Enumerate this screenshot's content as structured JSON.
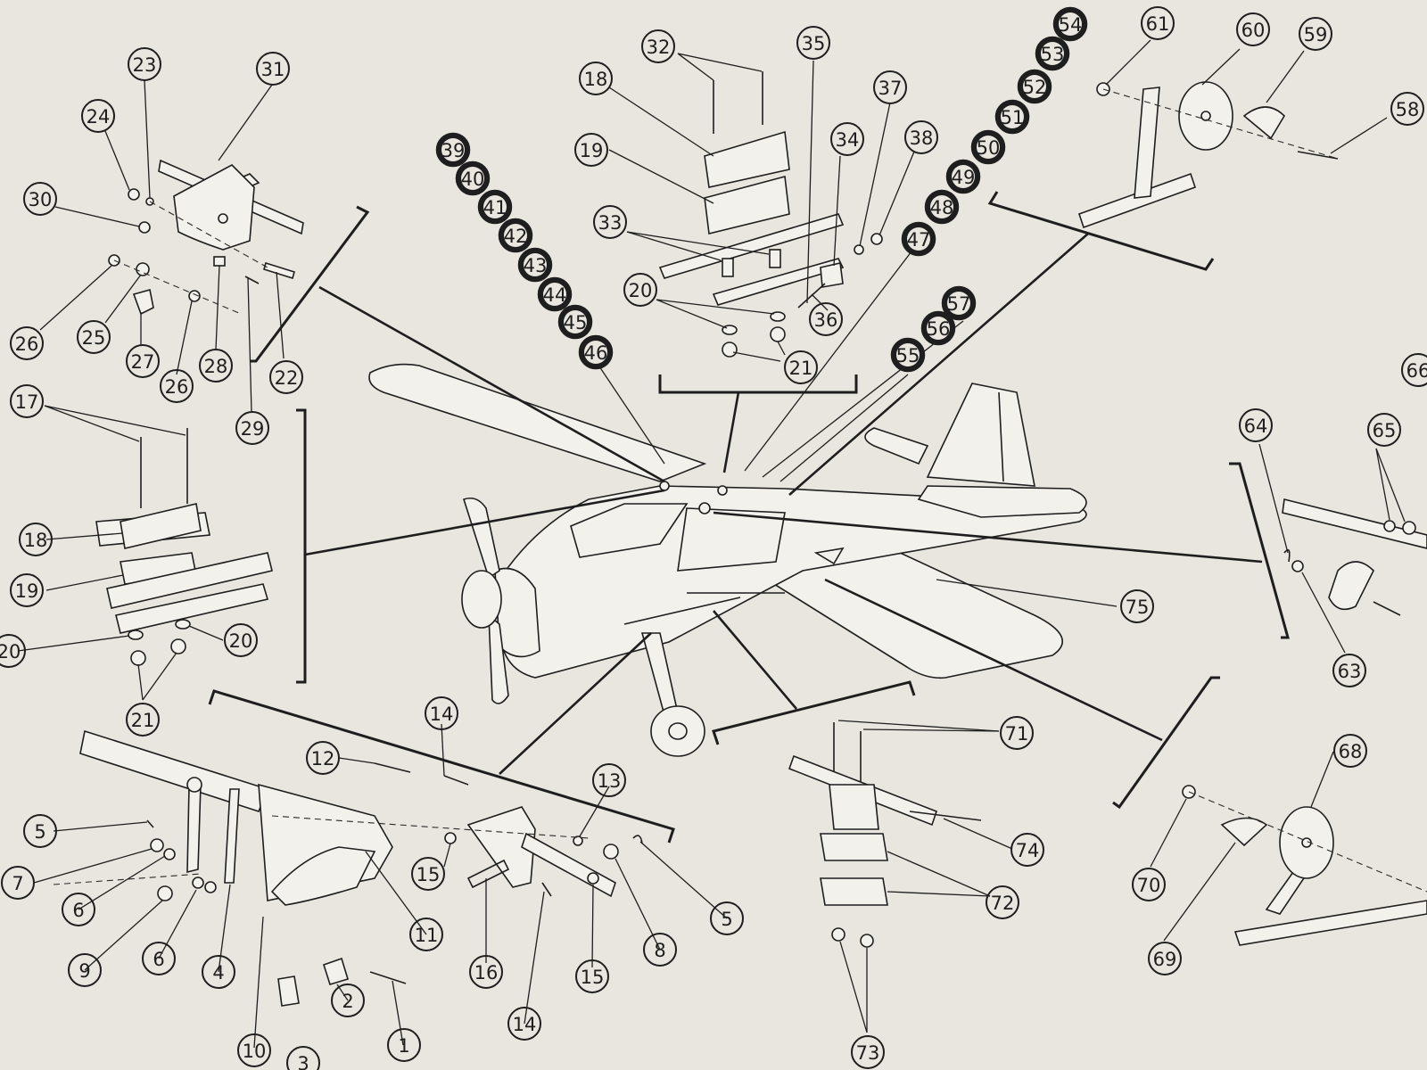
{
  "diagram": {
    "background": "#e9e6df",
    "ink": "#1e1e1e",
    "callouts": [
      {
        "n": "1"
      },
      {
        "n": "2"
      },
      {
        "n": "3"
      },
      {
        "n": "4"
      },
      {
        "n": "5"
      },
      {
        "n": "5"
      },
      {
        "n": "6"
      },
      {
        "n": "6"
      },
      {
        "n": "7"
      },
      {
        "n": "8"
      },
      {
        "n": "9"
      },
      {
        "n": "10"
      },
      {
        "n": "11"
      },
      {
        "n": "12"
      },
      {
        "n": "13"
      },
      {
        "n": "14"
      },
      {
        "n": "14"
      },
      {
        "n": "15"
      },
      {
        "n": "15"
      },
      {
        "n": "16"
      },
      {
        "n": "17"
      },
      {
        "n": "18"
      },
      {
        "n": "18"
      },
      {
        "n": "19"
      },
      {
        "n": "19"
      },
      {
        "n": "20"
      },
      {
        "n": "20"
      },
      {
        "n": "20"
      },
      {
        "n": "21"
      },
      {
        "n": "21"
      },
      {
        "n": "22"
      },
      {
        "n": "23"
      },
      {
        "n": "24"
      },
      {
        "n": "25"
      },
      {
        "n": "26"
      },
      {
        "n": "26"
      },
      {
        "n": "27"
      },
      {
        "n": "28"
      },
      {
        "n": "29"
      },
      {
        "n": "30"
      },
      {
        "n": "31"
      },
      {
        "n": "32"
      },
      {
        "n": "33"
      },
      {
        "n": "34"
      },
      {
        "n": "35"
      },
      {
        "n": "36"
      },
      {
        "n": "37"
      },
      {
        "n": "38"
      },
      {
        "n": "39"
      },
      {
        "n": "40"
      },
      {
        "n": "41"
      },
      {
        "n": "42"
      },
      {
        "n": "43"
      },
      {
        "n": "44"
      },
      {
        "n": "45"
      },
      {
        "n": "46"
      },
      {
        "n": "47"
      },
      {
        "n": "48"
      },
      {
        "n": "49"
      },
      {
        "n": "50"
      },
      {
        "n": "51"
      },
      {
        "n": "52"
      },
      {
        "n": "53"
      },
      {
        "n": "54"
      },
      {
        "n": "55"
      },
      {
        "n": "56"
      },
      {
        "n": "57"
      },
      {
        "n": "58"
      },
      {
        "n": "59"
      },
      {
        "n": "60"
      },
      {
        "n": "61"
      },
      {
        "n": "63"
      },
      {
        "n": "64"
      },
      {
        "n": "65"
      },
      {
        "n": "66"
      },
      {
        "n": "68"
      },
      {
        "n": "69"
      },
      {
        "n": "70"
      },
      {
        "n": "71"
      },
      {
        "n": "72"
      },
      {
        "n": "73"
      },
      {
        "n": "74"
      },
      {
        "n": "75"
      }
    ]
  }
}
